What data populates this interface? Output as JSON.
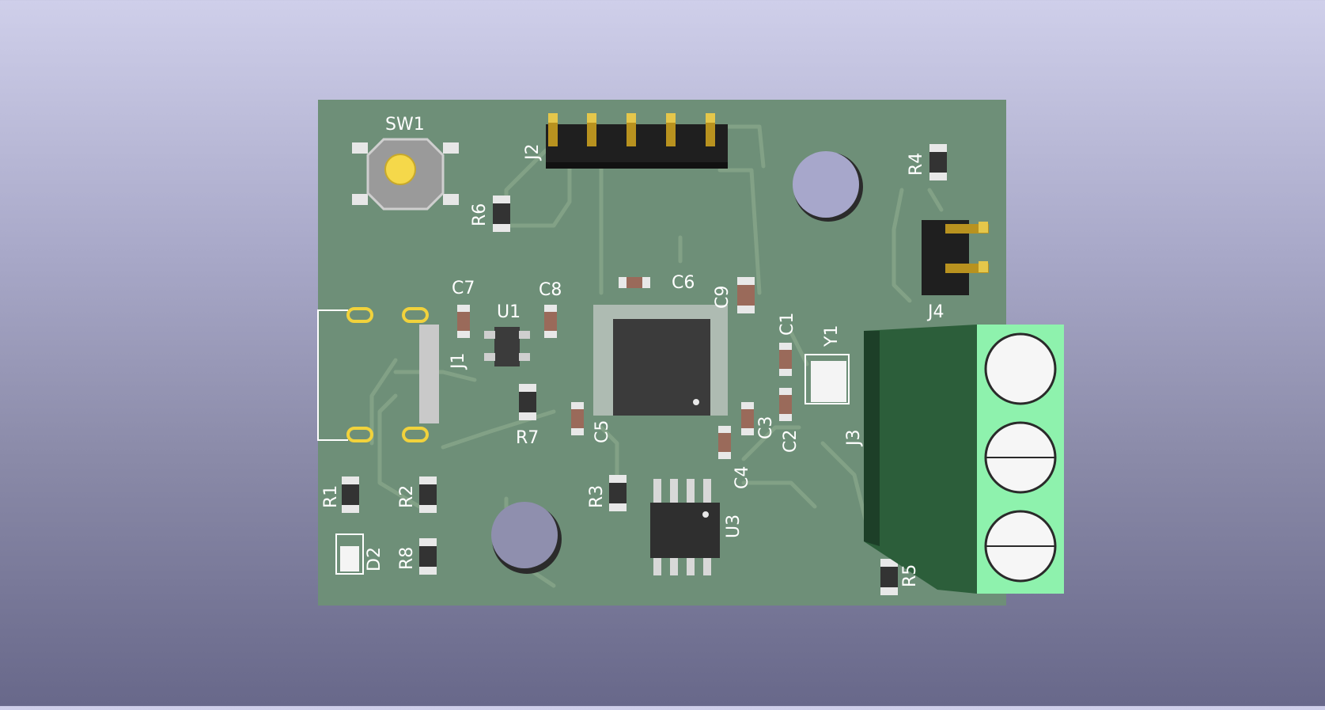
{
  "viewer": {
    "background_top": "#cfcfea",
    "background_bottom": "#68688a",
    "board_color": "#6e8f78",
    "trace_color": "#82a186",
    "silkscreen_color": "#ffffff",
    "pad_color": "#d9d2a3",
    "terminal_color": "#8ef2ad",
    "terminal_body_color": "#2c5e3a"
  },
  "labels": {
    "sw1": "SW1",
    "j2": "J2",
    "r4": "R4",
    "r6": "R6",
    "c6": "C6",
    "c7": "C7",
    "c8": "C8",
    "c9": "C9",
    "u1": "U1",
    "j1": "J1",
    "c1": "C1",
    "y1": "Y1",
    "j4": "J4",
    "j3": "J3",
    "r7": "R7",
    "c5": "C5",
    "c3": "C3",
    "c2": "C2",
    "c4": "C4",
    "r1": "R1",
    "r2": "R2",
    "r3": "R3",
    "u3": "U3",
    "d2": "D2",
    "r8": "R8",
    "r5": "R5"
  }
}
